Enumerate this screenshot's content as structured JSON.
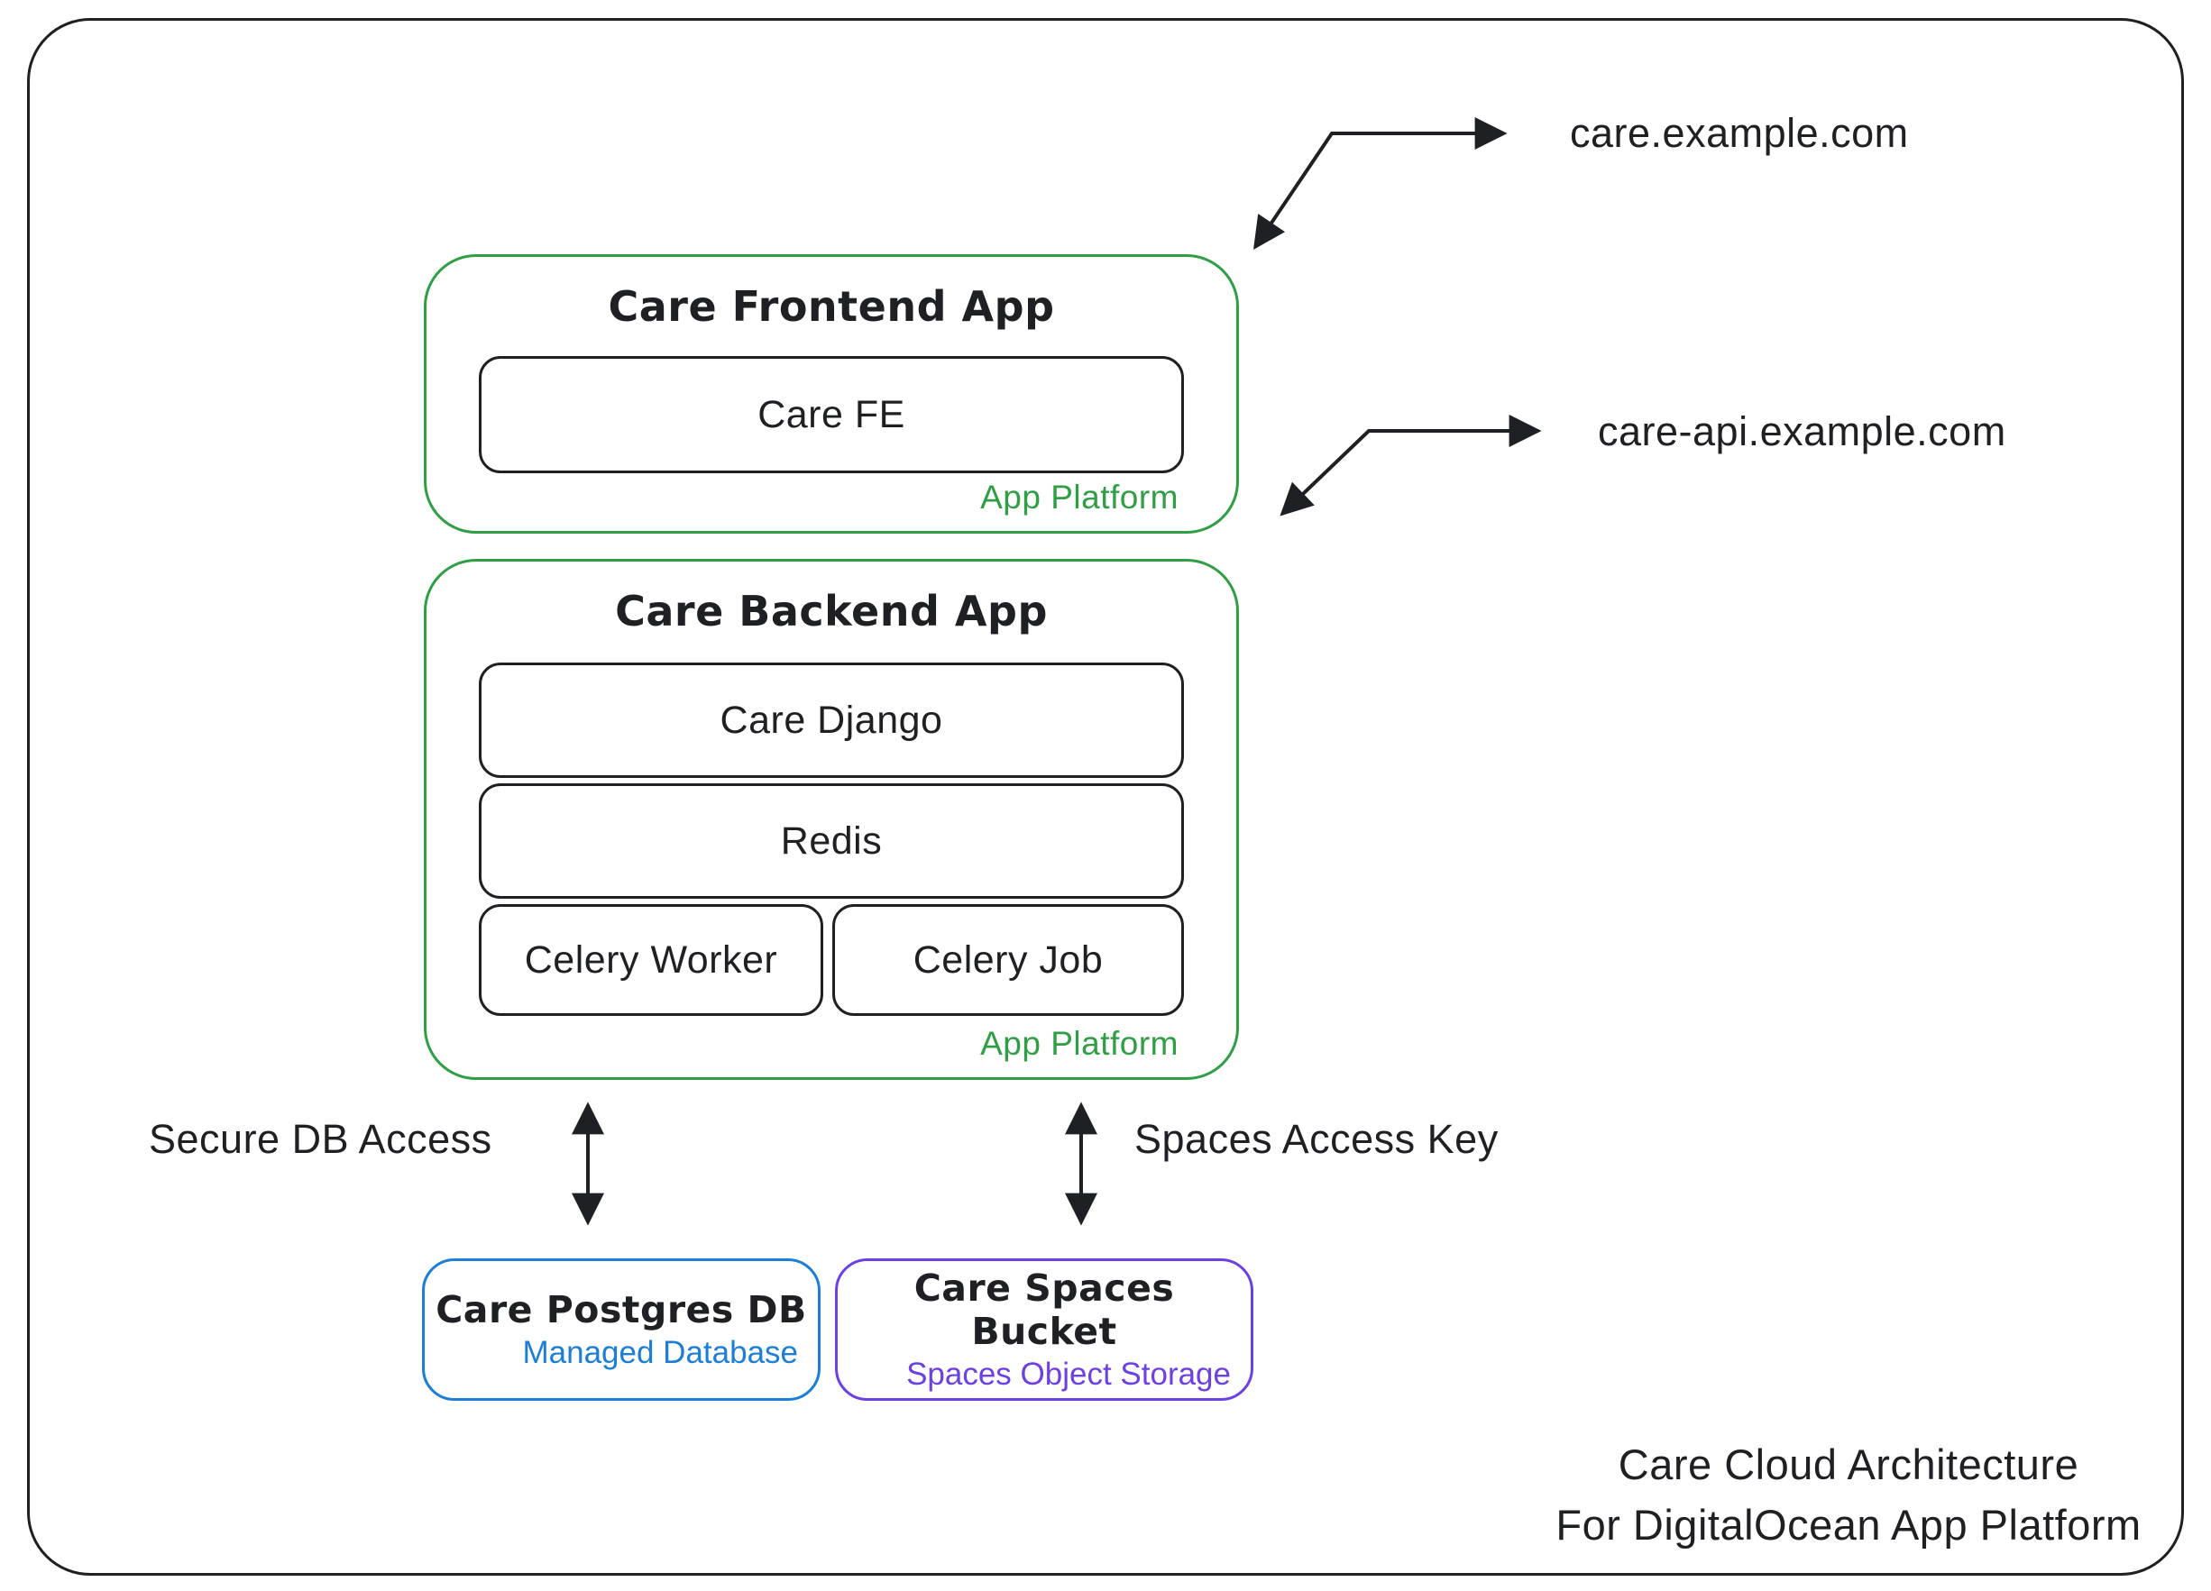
{
  "diagram": {
    "frontend_app": {
      "title": "Care Frontend App",
      "domain_label": "care.example.com",
      "nodes": [
        {
          "label": "Care FE"
        }
      ],
      "platform_label": "App Platform"
    },
    "backend_app": {
      "title": "Care Backend App",
      "domain_label": "care-api.example.com",
      "nodes": [
        {
          "label": "Care Django"
        },
        {
          "label": "Redis"
        },
        {
          "label": "Celery Worker"
        },
        {
          "label": "Celery Job"
        }
      ],
      "platform_label": "App Platform"
    },
    "connections": [
      {
        "label": "Secure DB Access"
      },
      {
        "label": "Spaces Access Key"
      }
    ],
    "database": {
      "title": "Care Postgres DB",
      "subtitle": "Managed Database"
    },
    "object_storage": {
      "title": "Care Spaces Bucket",
      "subtitle": "Spaces Object Storage"
    },
    "caption": {
      "line1": "Care Cloud Architecture",
      "line2": "For DigitalOcean App Platform"
    },
    "colors": {
      "app_platform_green": "#2f9e44",
      "managed_database_blue": "#1c7ed6",
      "spaces_purple": "#6d40e4",
      "ink": "#1f2023"
    }
  }
}
